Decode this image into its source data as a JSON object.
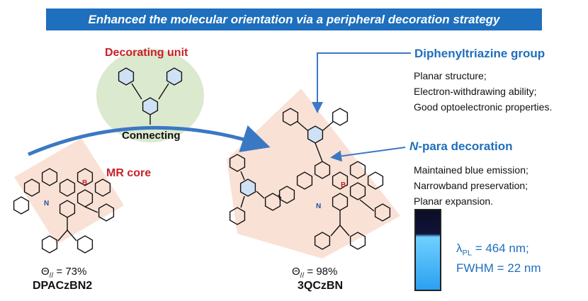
{
  "banner": {
    "title": "Enhanced the molecular orientation via a peripheral decoration strategy"
  },
  "decorating": {
    "label": "Decorating unit",
    "connect_label": "Connecting"
  },
  "left_molecule": {
    "core_label": "MR core",
    "theta_symbol": "Θ",
    "theta_sub": "//",
    "theta_value": " = 73%",
    "name": "DPACzBN2"
  },
  "right_molecule": {
    "theta_symbol": "Θ",
    "theta_sub": "//",
    "theta_value": " = 98%",
    "name": "3QCzBN"
  },
  "diphenyltriazine": {
    "title": "Diphenyltriazine group",
    "points": [
      "Planar structure;",
      "Electron-withdrawing ability;",
      "Good optoelectronic properties."
    ]
  },
  "npara": {
    "title_italic": "N",
    "title_rest": "-para decoration",
    "points": [
      "Maintained blue emission;",
      "Narrowband preservation;",
      "Planar expansion."
    ]
  },
  "emission": {
    "lambda": "λ",
    "lambda_sub": "PL",
    "lambda_value": " = 464 nm;",
    "fwhm": "FWHM = 22 nm"
  },
  "atoms": {
    "boron": "B",
    "nitrogen": "N"
  },
  "colors": {
    "accent_blue": "#1e6fbd",
    "accent_red": "#c8202a",
    "ellipse_green": "#dbe9cf",
    "highlight_pink": "#f9e1d6"
  }
}
